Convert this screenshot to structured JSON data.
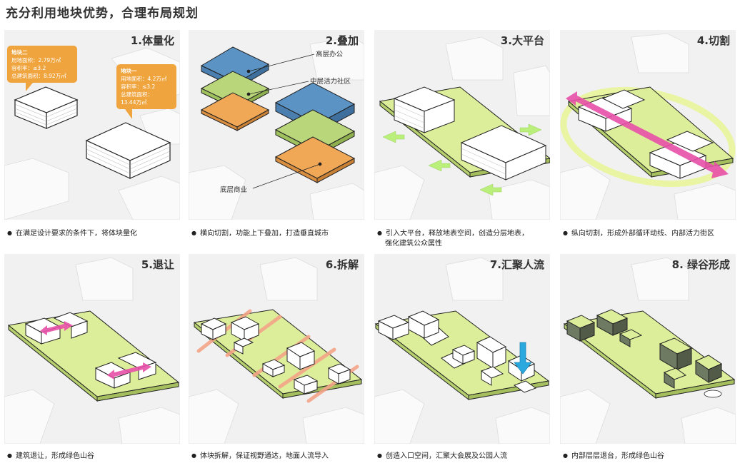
{
  "page": {
    "title": "充分利用地块优势，合理布局规划"
  },
  "colors": {
    "platform": "#dcee9a",
    "office": "#5b93c5",
    "community": "#b9d77a",
    "commercial": "#f0a857",
    "accent_pink": "#e84fa9",
    "accent_green": "#8fe05a",
    "flow_blue": "#2ba8de",
    "callout": "#f0a43e",
    "salmon": "#f4a488"
  },
  "steps": [
    {
      "title": "1.体量化",
      "caption": "在满足设计要求的条件下，将体块量化",
      "plot2": {
        "header": "地块二",
        "lines": [
          "用地面积：2.79万㎡",
          "容积率：≤3.2",
          "总建筑面积：8.92万㎡"
        ]
      },
      "plot1": {
        "header": "地块一",
        "lines": [
          "用地面积：4.2万㎡",
          "容积率：≤3.2",
          "总建筑面积：",
          "13.44万㎡"
        ]
      }
    },
    {
      "title": "2.叠加",
      "caption": "横向切割，功能上下叠加，打造垂直城市",
      "labels": {
        "top": "高层办公",
        "mid": "中层活力社区",
        "bottom": "底层商业"
      }
    },
    {
      "title": "3.大平台",
      "caption": "引入大平台，释放地表空间，创造分层地表，",
      "caption2": "强化建筑公众属性"
    },
    {
      "title": "4.切割",
      "caption": "纵向切割，形成外部循环动线、内部活力街区"
    },
    {
      "title": "5.退让",
      "caption": "建筑退让，形成绿色山谷"
    },
    {
      "title": "6.拆解",
      "caption": "体块拆解，保证视野通达，地面人流导入"
    },
    {
      "title": "7.汇聚人流",
      "caption": "创造入口空间，汇聚大会展及公园人流"
    },
    {
      "title": "8. 绿谷形成",
      "caption": "内部层层退台，形成绿色山谷"
    }
  ]
}
